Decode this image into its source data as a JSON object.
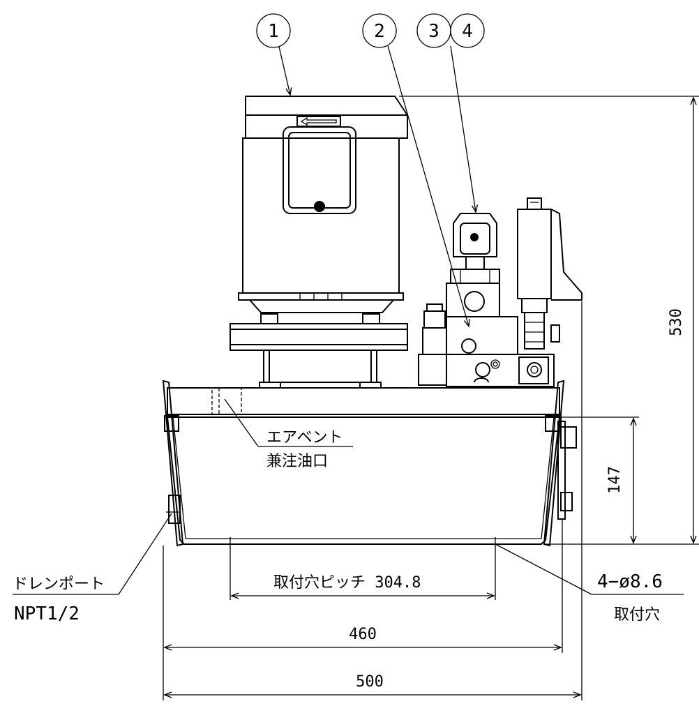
{
  "callouts": [
    "1",
    "2",
    "3",
    "4"
  ],
  "labels": {
    "air_vent_line1": "エアベント",
    "air_vent_line2": "兼注油口",
    "drain_line1": "ドレンポート",
    "drain_line2": "NPT1/2",
    "mount_holes_line1": "4−ø8.6",
    "mount_holes_line2": "取付穴"
  },
  "dimensions": {
    "height_total": "530",
    "tank_height": "147",
    "hole_pitch": "取付穴ピッチ  304.8",
    "width_460": "460",
    "width_500": "500"
  }
}
